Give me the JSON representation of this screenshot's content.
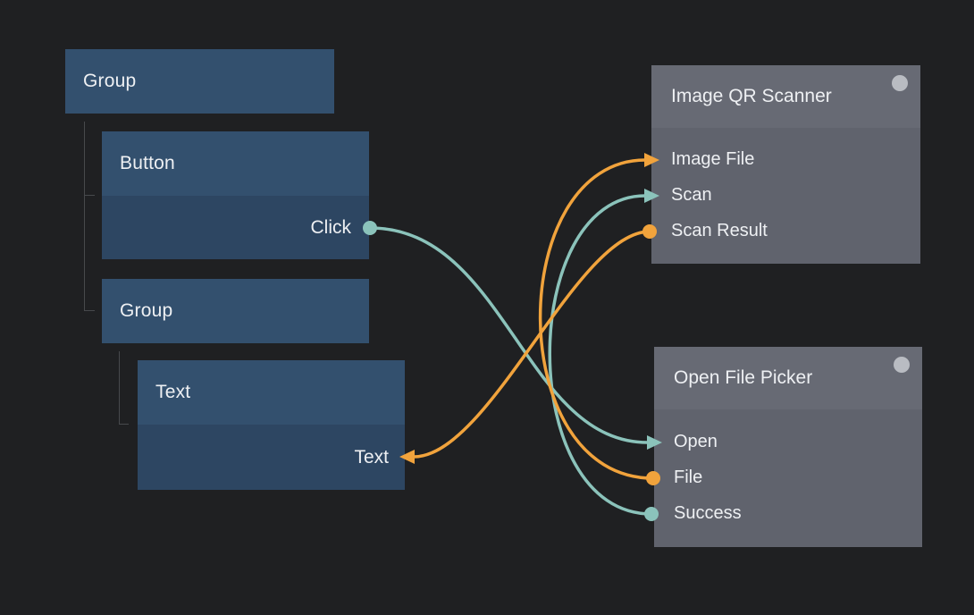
{
  "app": {
    "description": "Dark node-graph editor canvas with visual-element tree and logic nodes"
  },
  "colors": {
    "canvas_background": "#1f2022",
    "visual_node_blue_title": "#33506e",
    "visual_node_blue_body": "#2d4662",
    "logic_node_header_gray": "#676a74",
    "logic_node_body_gray": "#60636d",
    "signal_teal": "#8bc3bb",
    "data_orange": "#f1a33c",
    "status_dot_gray": "#b9bcc2",
    "tree_line_gray": "#47494c",
    "text": "#eef0f3"
  },
  "left_tree": {
    "group": {
      "label": "Group"
    },
    "button": {
      "label": "Button",
      "click_port": "Click"
    },
    "inner_group": {
      "label": "Group"
    },
    "text": {
      "label": "Text",
      "text_port": "Text"
    }
  },
  "nodes": {
    "image_qr_scanner": {
      "title": "Image QR Scanner",
      "ports": [
        {
          "label": "Image File",
          "kind": "input",
          "color": "orange"
        },
        {
          "label": "Scan",
          "kind": "input",
          "color": "teal"
        },
        {
          "label": "Scan Result",
          "kind": "output",
          "color": "orange"
        }
      ]
    },
    "open_file_picker": {
      "title": "Open File Picker",
      "ports": [
        {
          "label": "Open",
          "kind": "input",
          "color": "teal"
        },
        {
          "label": "File",
          "kind": "output",
          "color": "orange"
        },
        {
          "label": "Success",
          "kind": "output",
          "color": "teal"
        }
      ]
    }
  },
  "connections": [
    {
      "from": "Button.Click",
      "to": "Open File Picker.Open",
      "color": "teal"
    },
    {
      "from": "Open File Picker.File",
      "to": "Image QR Scanner.Image File",
      "color": "orange"
    },
    {
      "from": "Open File Picker.Success",
      "to": "Image QR Scanner.Scan",
      "color": "teal"
    },
    {
      "from": "Image QR Scanner.Scan Result",
      "to": "Text.Text",
      "color": "orange"
    }
  ]
}
